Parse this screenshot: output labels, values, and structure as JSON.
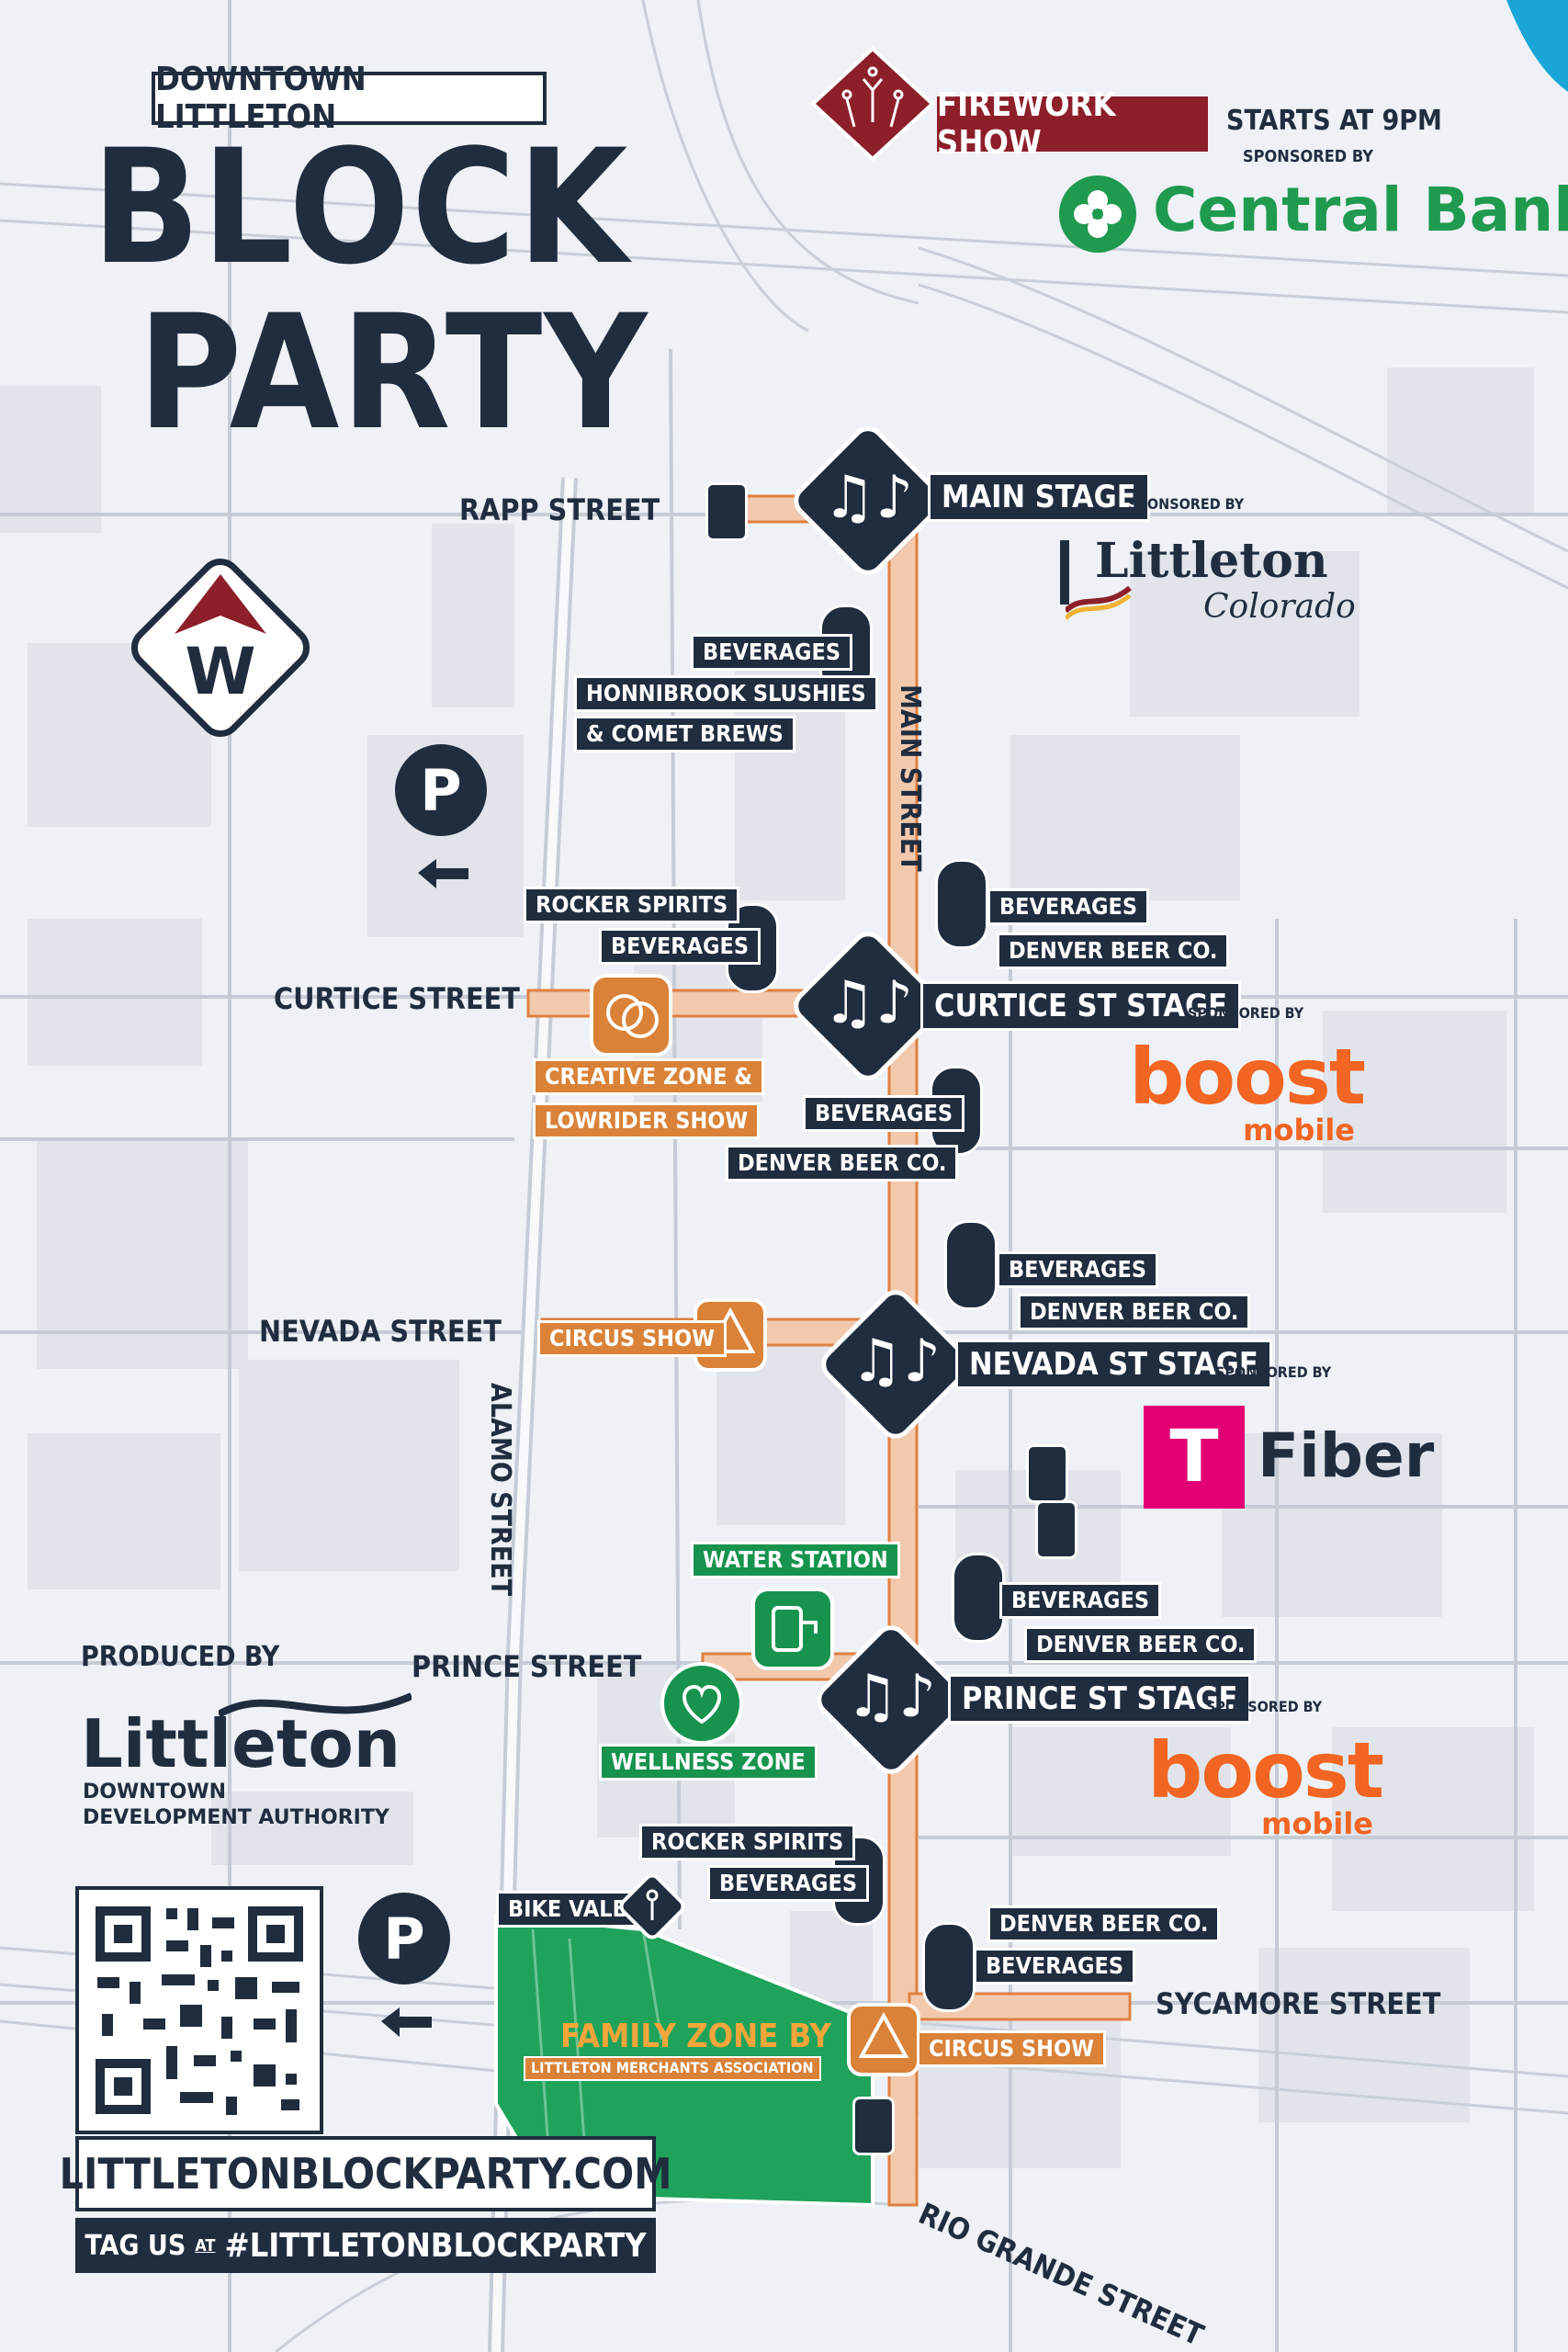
{
  "header": {
    "kicker": "DOWNTOWN LITTLETON",
    "title_line1": "BLOCK",
    "title_line2": "PARTY"
  },
  "firework": {
    "label": "FIREWORK SHOW",
    "time": "STARTS AT 9PM",
    "sponsored_by": "SPONSORED BY",
    "sponsor": "Central Bank"
  },
  "streets": {
    "rapp": "RAPP STREET",
    "main": "MAIN STREET",
    "curtice": "CURTICE STREET",
    "nevada": "NEVADA STREET",
    "alamo": "ALAMO STREET",
    "prince": "PRINCE STREET",
    "sycamore": "SYCAMORE STREET",
    "rio_grande": "RIO GRANDE STREET"
  },
  "stages": [
    {
      "name": "MAIN STAGE",
      "sponsored_by": "SPONSORED BY",
      "sponsor_line1": "Littleton",
      "sponsor_line2": "Colorado"
    },
    {
      "name": "CURTICE ST STAGE",
      "sponsored_by": "SPONSORED BY",
      "sponsor_line1": "boost",
      "sponsor_line2": "mobile"
    },
    {
      "name": "NEVADA ST STAGE",
      "sponsored_by": "SPONSORED BY",
      "sponsor_line1": "T",
      "sponsor_line2": "Fiber"
    },
    {
      "name": "PRINCE ST STAGE",
      "sponsored_by": "SPONSORED BY",
      "sponsor_line1": "boost",
      "sponsor_line2": "mobile"
    }
  ],
  "vendors": {
    "v1a": "BEVERAGES",
    "v1b": "HONNIBROOK SLUSHIES",
    "v1c": "& COMET BREWS",
    "v2a": "ROCKER SPIRITS",
    "v2b": "BEVERAGES",
    "v3a": "BEVERAGES",
    "v3b": "DENVER BEER CO.",
    "v4a": "BEVERAGES",
    "v4b": "DENVER BEER CO.",
    "v5a": "BEVERAGES",
    "v5b": "DENVER BEER CO.",
    "v6a": "BEVERAGES",
    "v6b": "DENVER BEER CO.",
    "v7a": "ROCKER SPIRITS",
    "v7b": "BEVERAGES",
    "v8a": "DENVER BEER CO.",
    "v8b": "BEVERAGES"
  },
  "zones": {
    "creative_a": "CREATIVE ZONE &",
    "creative_b": "LOWRIDER SHOW",
    "circus1": "CIRCUS SHOW",
    "circus2": "CIRCUS SHOW",
    "water": "WATER STATION",
    "wellness": "WELLNESS ZONE",
    "bike": "BIKE VALET",
    "family_a": "FAMILY ZONE BY",
    "family_b": "LITTLETON MERCHANTS ASSOCIATION"
  },
  "producer": {
    "label": "PRODUCED BY",
    "name": "Littleton",
    "sub1": "DOWNTOWN",
    "sub2": "DEVELOPMENT AUTHORITY"
  },
  "footer": {
    "url": "LITTLETONBLOCKPARTY.COM",
    "tag_prefix": "TAG US",
    "tag_at": "AT",
    "hashtag": "#LITTLETONBLOCKPARTY"
  },
  "icons": {
    "compass": "W",
    "parking": "P",
    "stage": "music-notes-icon",
    "bottle": "bottle-icon",
    "portapotty": "restroom-icon"
  },
  "colors": {
    "navy": "#1f2d3f",
    "route": "#f2c9ad",
    "route_edge": "#e0803f",
    "orange": "#d98238",
    "green": "#17934e",
    "maroon": "#8c1f2a",
    "boost": "#f26522",
    "tmobile": "#e20074",
    "map_bg": "#eef1f5"
  }
}
